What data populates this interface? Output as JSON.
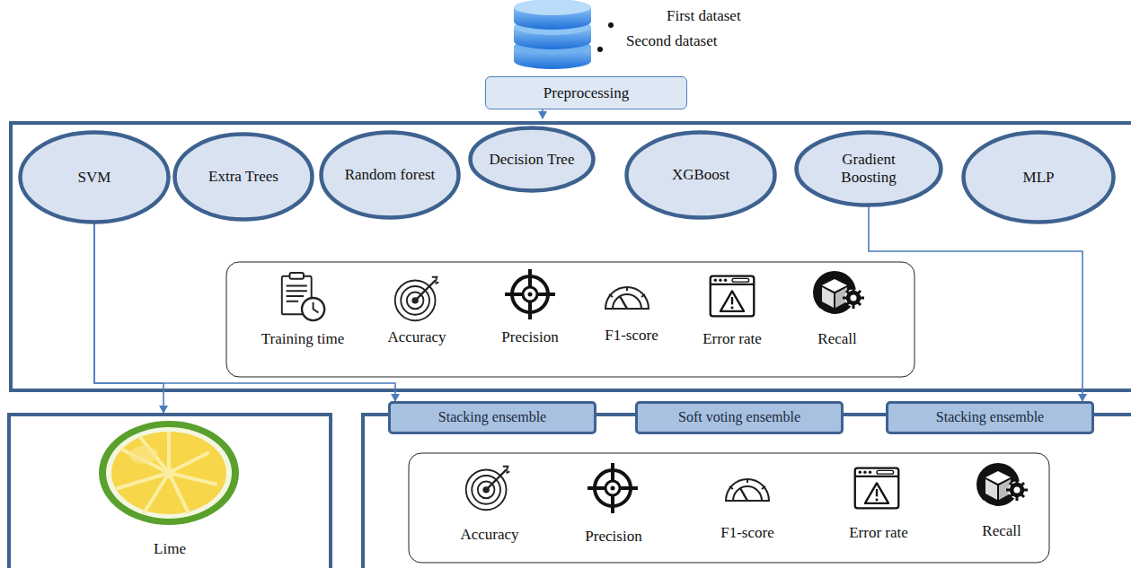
{
  "diagram": {
    "nodes": [
      {
        "text": [
          "Preprocessing"
        ]
      },
      {
        "text": [
          "SVM"
        ]
      },
      {
        "text": [
          "Extra Trees"
        ]
      },
      {
        "text": [
          "Random forest"
        ]
      },
      {
        "text": [
          "Decision Tree"
        ]
      },
      {
        "text": [
          "XGBoost"
        ]
      },
      {
        "text": [
          "Gradient Boosting"
        ]
      },
      {
        "text": [
          "MLP"
        ]
      },
      {
        "text": [
          "Lime"
        ]
      },
      {
        "text": [
          "Stacking ensemble"
        ]
      },
      {
        "text": [
          "Soft voting ensemble"
        ]
      },
      {
        "text": [
          "Stacking ensemble"
        ]
      }
    ],
    "edges": [
      {
        "from": 1,
        "to": 8,
        "arrow": "to"
      },
      {
        "from": 1,
        "to": 9,
        "arrow": "to"
      },
      {
        "from": 6,
        "to": 11,
        "arrow": "to"
      }
    ],
    "labels": [
      "First dataset",
      "Second dataset",
      "Training time",
      "Accuracy",
      "Precision",
      "F1-score",
      "Error rate",
      "Recall",
      "Accuracy",
      "Precision",
      "F1-score",
      "Error rate",
      "Recall"
    ]
  }
}
